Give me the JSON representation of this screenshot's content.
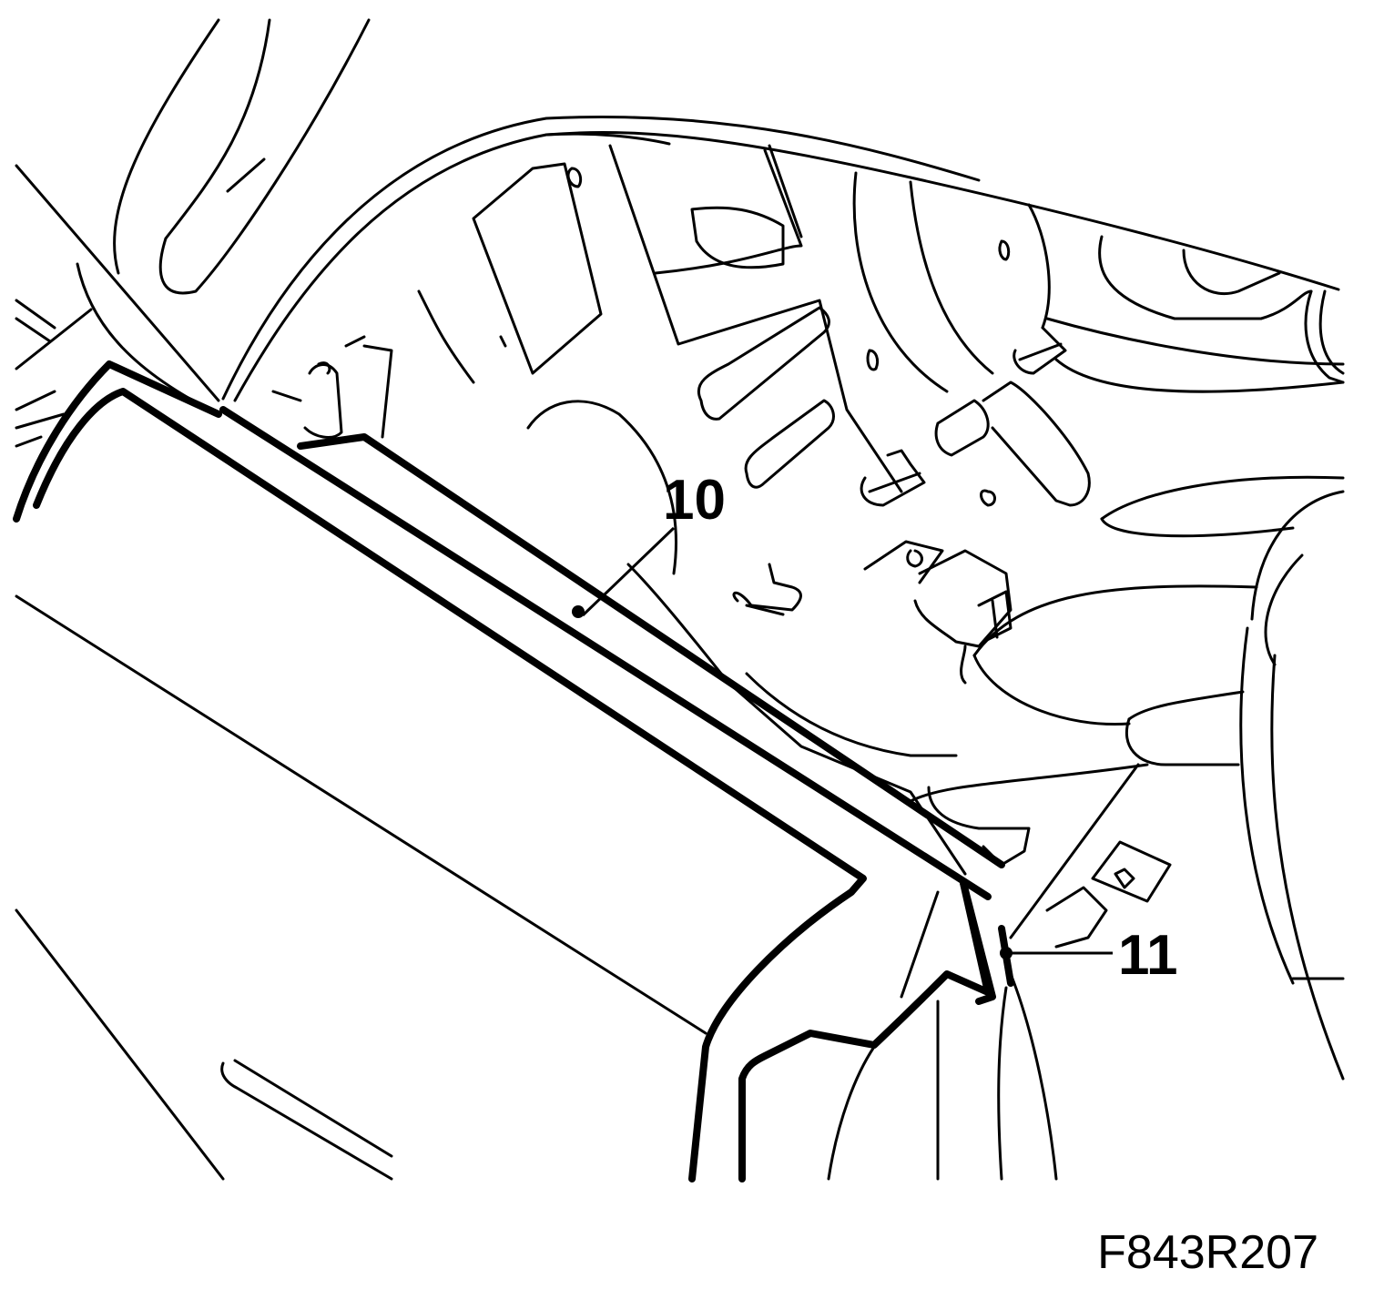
{
  "callouts": [
    {
      "label": "10"
    },
    {
      "label": "11"
    }
  ],
  "figure_id": "F843R207"
}
